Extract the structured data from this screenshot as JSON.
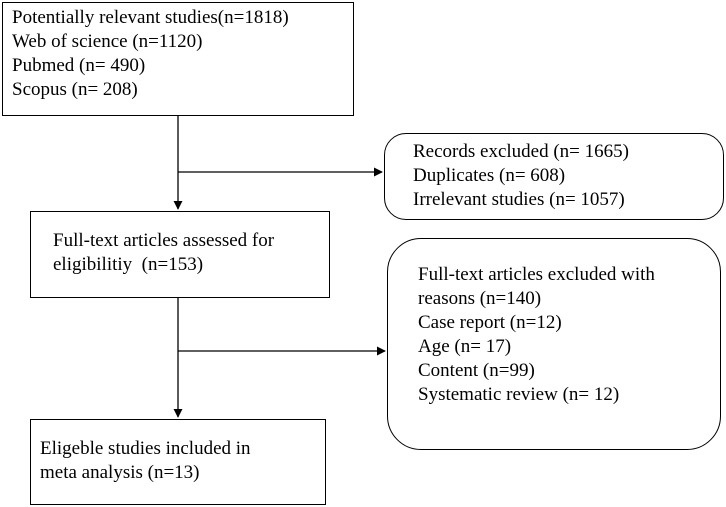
{
  "boxes": {
    "identified": {
      "lines": [
        "Potentially relevant studies(n=1818)",
        "Web of science (n=1120)",
        "Pubmed (n= 490)",
        "Scopus (n= 208)"
      ]
    },
    "records_excluded": {
      "lines": [
        "Records excluded (n= 1665)",
        "Duplicates (n= 608)",
        "Irrelevant studies (n= 1057)"
      ]
    },
    "full_text_assessed": {
      "lines": [
        "Full-text articles assessed for",
        "eligibilitiy  (n=153)"
      ]
    },
    "full_text_excluded": {
      "lines": [
        "Full-text articles excluded with",
        "reasons (n=140)",
        "Case report (n=12)",
        "Age (n= 17)",
        "Content (n=99)",
        "Systematic review (n= 12)"
      ]
    },
    "included": {
      "lines": [
        "Eligeble studies included in",
        "meta analysis (n=13)"
      ]
    }
  },
  "colors": {
    "line": "#000000",
    "text": "#000000",
    "background": "#ffffff"
  }
}
